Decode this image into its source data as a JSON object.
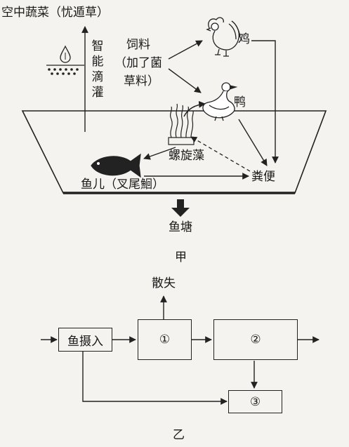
{
  "figure_a": {
    "air_vegetable": "空中蔬菜（忧遁草）",
    "irrigation": [
      "智",
      "能",
      "滴",
      "灌"
    ],
    "feed": [
      "饲料",
      "（加了菌",
      "草料）"
    ],
    "chicken": "鸡",
    "duck": "鸭",
    "spirulina": "螺旋藻",
    "manure": "粪便",
    "fish": "鱼儿（叉尾鮰）",
    "pond": "鱼塘",
    "caption": "甲"
  },
  "figure_b": {
    "intake": "鱼摄入",
    "node1": "①",
    "node2": "②",
    "node3": "③",
    "loss": "散失",
    "caption": "乙"
  }
}
